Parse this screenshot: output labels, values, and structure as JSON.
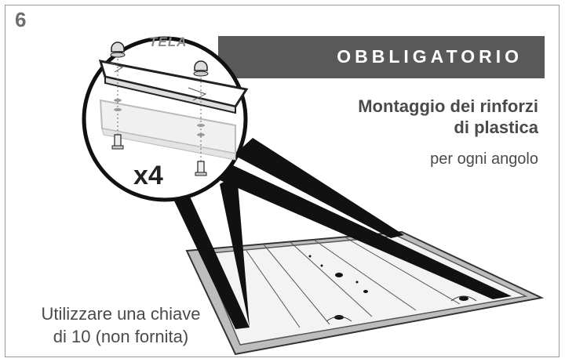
{
  "step_number": "6",
  "banner": {
    "label": "OBBLIGATORIO"
  },
  "heading": {
    "line1": "Montaggio dei rinforzi",
    "line2": "di plastica"
  },
  "subheading": "per ogni angolo",
  "detail": {
    "material_label": "TELA",
    "quantity": "x4"
  },
  "tool_note": {
    "line1": "Utilizzare una chiave",
    "line2": "di 10 (non fornita)"
  },
  "colors": {
    "banner_bg": "#595959",
    "text_gray": "#4a4a4a",
    "frame": "#9a9a9a"
  },
  "icons": [
    "bolt-icon",
    "cap-nut-icon",
    "washer-icon",
    "mat-illustration"
  ]
}
